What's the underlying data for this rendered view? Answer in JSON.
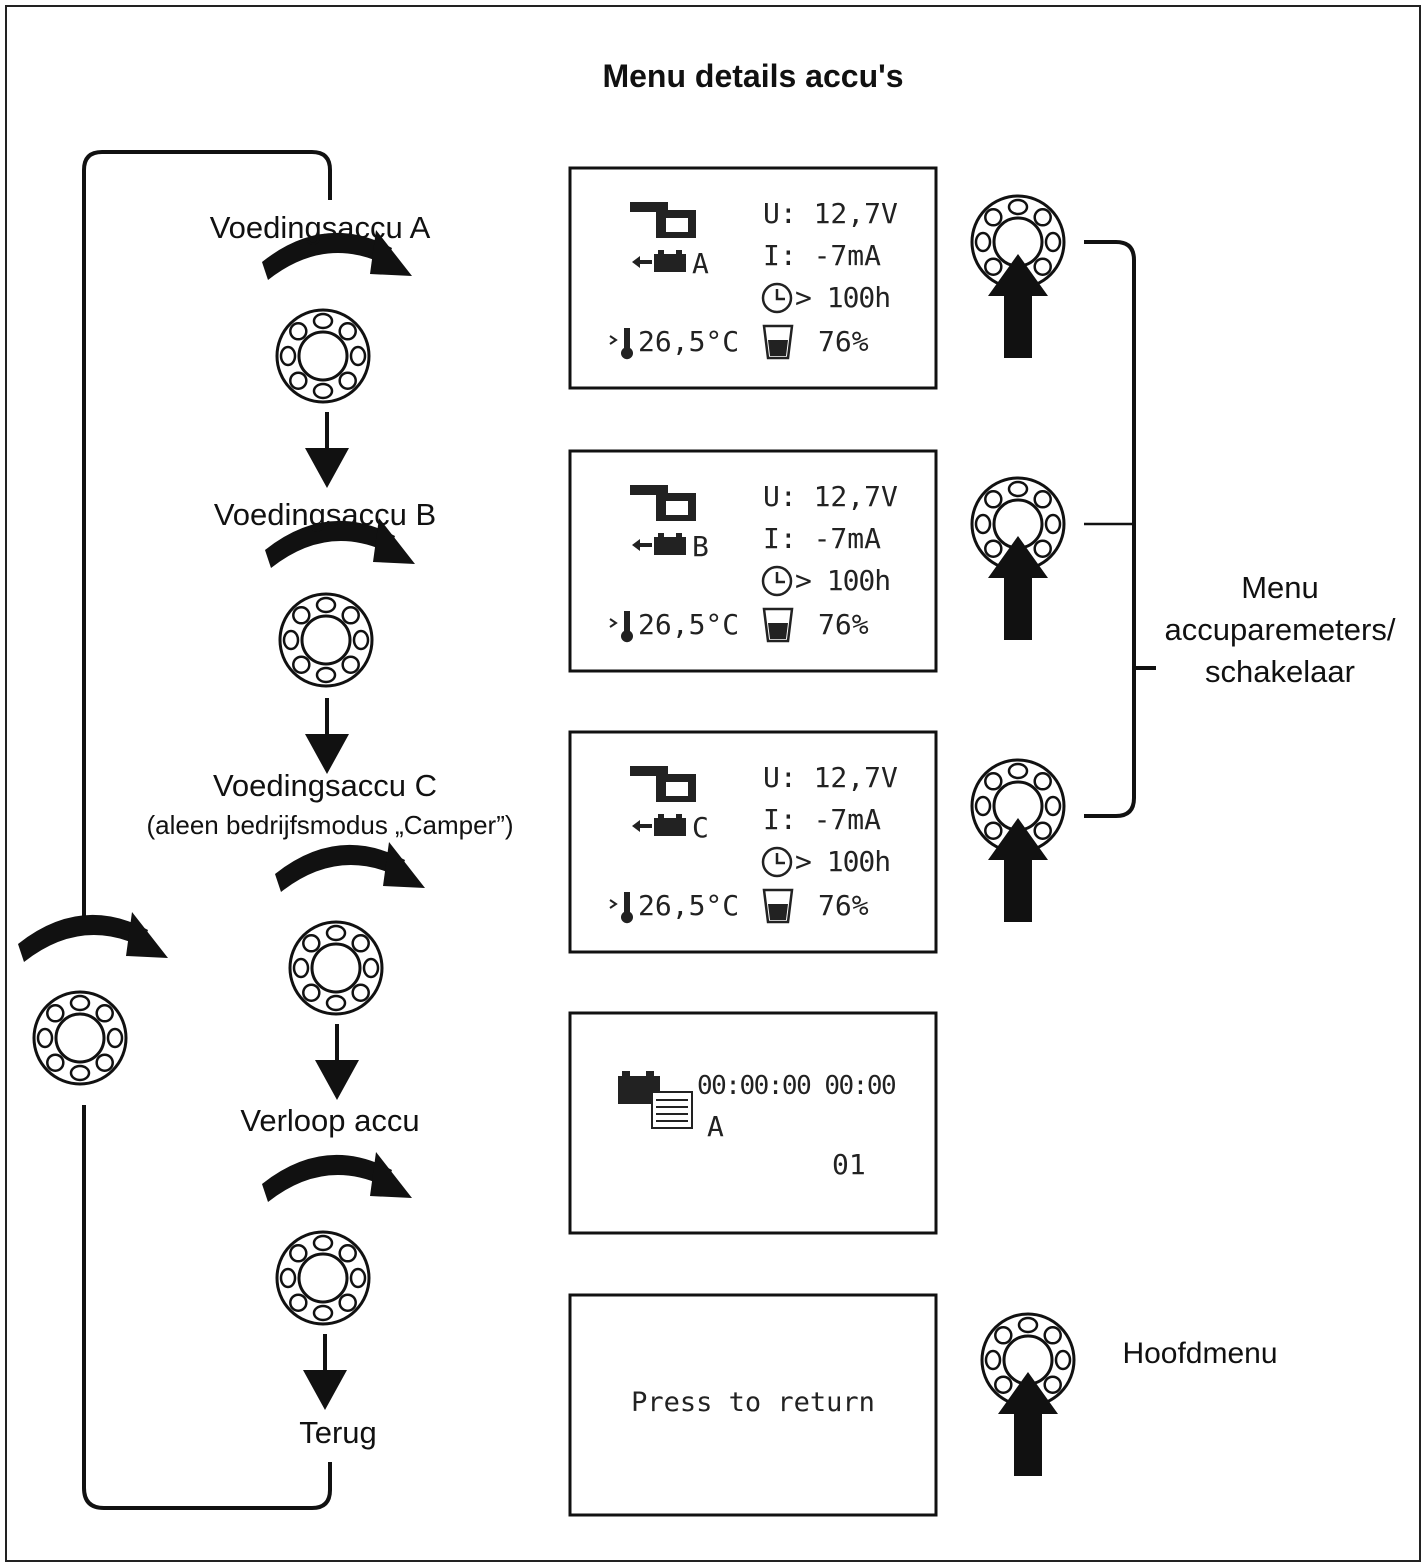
{
  "title": "Menu details accu's",
  "steps": [
    {
      "label": "Voedingsaccu  A",
      "sub": ""
    },
    {
      "label": "Voedingsaccu  B",
      "sub": ""
    },
    {
      "label": "Voedingsaccu  C",
      "sub": "(aleen bedrijfsmodus „Camper”)"
    },
    {
      "label": "Verloop accu",
      "sub": ""
    },
    {
      "label": "Terug",
      "sub": ""
    }
  ],
  "screens": [
    {
      "id": "A",
      "voltage": "U: 12,7V",
      "current": "I:  -7mA",
      "time": "> 100h",
      "temp": "26,5°C",
      "soc": "76%"
    },
    {
      "id": "B",
      "voltage": "U: 12,7V",
      "current": "I:  -7mA",
      "time": "> 100h",
      "temp": "26,5°C",
      "soc": "76%"
    },
    {
      "id": "C",
      "voltage": "U: 12,7V",
      "current": "I:  -7mA",
      "time": "> 100h",
      "temp": "26,5°C",
      "soc": "76%"
    }
  ],
  "history_screen": {
    "datetime": "00:00:00 00:00",
    "battery": "A",
    "index": "01"
  },
  "return_screen": {
    "text": "Press  to  return"
  },
  "side_labels": {
    "menu_line1": "Menu",
    "menu_line2": "accuparemeters/",
    "menu_line3": "schakelaar",
    "main_menu": "Hoofdmenu"
  },
  "icons": [
    "battery-icon",
    "thermometer-icon",
    "clock-icon",
    "charge-level-icon",
    "history-icon",
    "rotary-knob-icon",
    "rotate-arrow-icon",
    "press-arrow-icon"
  ]
}
